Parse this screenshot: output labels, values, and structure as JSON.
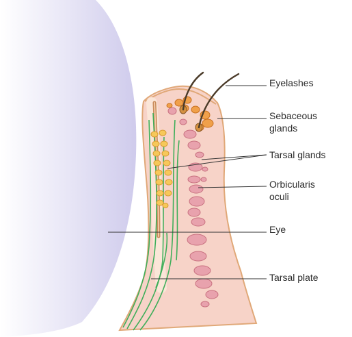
{
  "labels": {
    "eyelashes": "Eyelashes",
    "sebaceous_line1": "Sebaceous",
    "sebaceous_line2": "glands",
    "tarsal_glands": "Tarsal glands",
    "orbicularis_line1": "Orbicularis",
    "orbicularis_line2": "oculi",
    "eye": "Eye",
    "tarsal_plate": "Tarsal plate"
  },
  "colors": {
    "eyeball": "#d6d3ee",
    "skin": "#f6cfc4",
    "skin_light": "#fbe3da",
    "outline": "#e0a878",
    "muscle": "#e8a2ad",
    "muscle_outline": "#c8707f",
    "tarsal_gland": "#f6c85a",
    "sebaceous": "#f0a04a",
    "lash": "#5a4630",
    "tarsal_plate": "#c88a5a",
    "nerve": "#3fae5a",
    "leader": "#333333"
  }
}
